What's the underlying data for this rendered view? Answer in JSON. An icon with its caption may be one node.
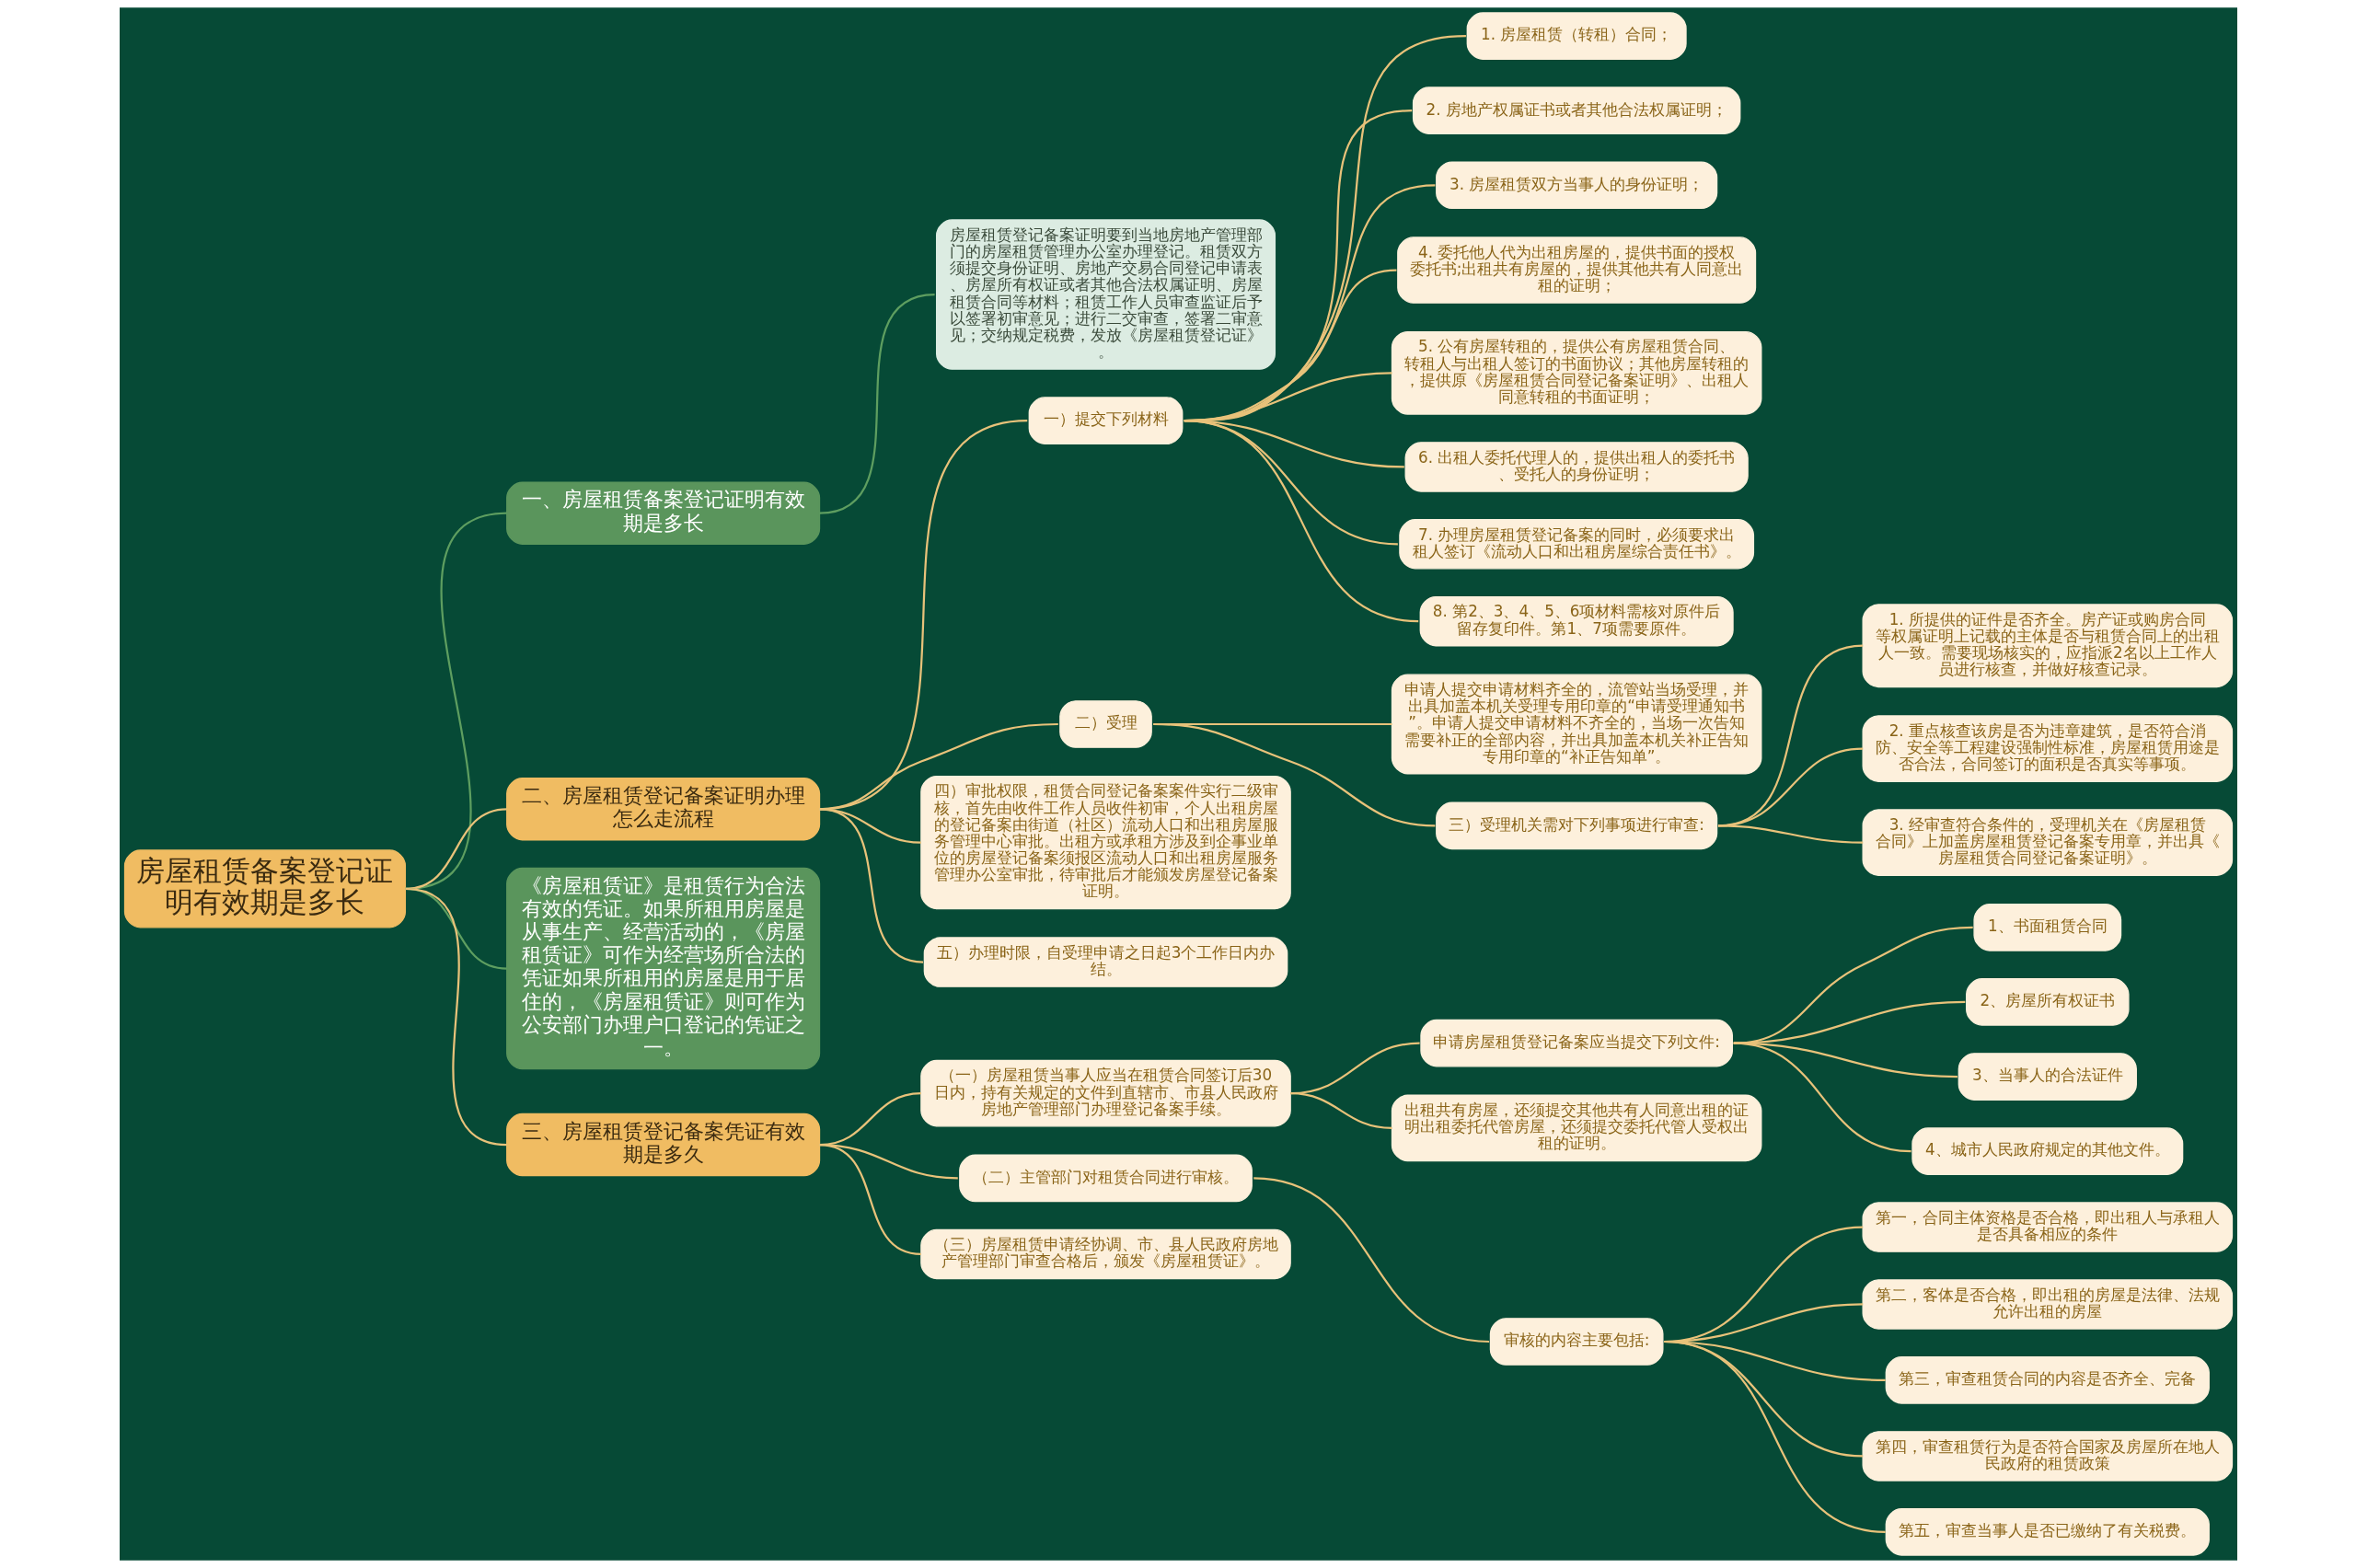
{
  "diagram": {
    "nodes": [
      {
        "text": [
          "房屋租赁备案登记证明有效期是多长"
        ]
      },
      {
        "text": [
          "一、房屋租赁备案登记证明有效期是多长"
        ]
      },
      {
        "text": [
          "房屋租赁登记备案证明要到当地房地产管理部门的房屋租赁管理办公室办理登记。租赁双方须提交身份证明、房地产交易合同登记申请表、房屋所有权证或者其他合法权属证明、房屋租赁合同等材料；租赁工作人员审查监证后予以签署初审意见；进行二交审查，签署二审意见；交纳规定税费，发放《房屋租赁登记证》。"
        ]
      },
      {
        "text": [
          "二、房屋租赁登记备案证明办理怎么走流程"
        ]
      },
      {
        "text": [
          "一）提交下列材料"
        ]
      },
      {
        "text": [
          "1. 房屋租赁（转租）合同；"
        ]
      },
      {
        "text": [
          "2. 房地产权属证书或者其他合法权属证明；"
        ]
      },
      {
        "text": [
          "3. 房屋租赁双方当事人的身份证明；"
        ]
      },
      {
        "text": [
          "4. 委托他人代为出租房屋的，提供书面的授权委托书;出租共有房屋的，提供其他共有人同意出租的证明；"
        ]
      },
      {
        "text": [
          "5. 公有房屋转租的，提供公有房屋租赁合同、转租人与出租人签订的书面协议；其他房屋转租的，提供原《房屋租赁合同登记备案证明》、出租人同意转租的书面证明；"
        ]
      },
      {
        "text": [
          "6. 出租人委托代理人的，提供出租人的委托书、受托人的身份证明；"
        ]
      },
      {
        "text": [
          "7. 办理房屋租赁登记备案的同时，必须要求出租人签订《流动人口和出租房屋综合责任书》。"
        ]
      },
      {
        "text": [
          "8. 第2、3、4、5、6项材料需核对原件后留存复印件。第1、7项需要原件。"
        ]
      },
      {
        "text": [
          "二）受理"
        ]
      },
      {
        "text": [
          "申请人提交申请材料齐全的，流管站当场受理，并出具加盖本机关受理专用印章的“申请受理通知书”。申请人提交申请材料不齐全的，当场一次告知需要补正的全部内容，并出具加盖本机关补正告知专用印章的“补正告知单”。"
        ]
      },
      {
        "text": [
          "三）受理机关需对下列事项进行审查:"
        ]
      },
      {
        "text": [
          "1. 所提供的证件是否齐全。房产证或购房合同等权属证明上记载的主体是否与租赁合同上的出租人一致。需要现场核实的，应指派2名以上工作人员进行核查，并做好核查记录。"
        ]
      },
      {
        "text": [
          "2. 重点核查该房是否为违章建筑，是否符合消防、安全等工程建设强制性标准，房屋租赁用途是否合法，合同签订的面积是否真实等事项。"
        ]
      },
      {
        "text": [
          "3. 经审查符合条件的，受理机关在《房屋租赁合同》上加盖房屋租赁登记备案专用章，并出具《房屋租赁合同登记备案证明》。"
        ]
      },
      {
        "text": [
          "四）审批权限，租赁合同登记备案案件实行二级审核，首先由收件工作人员收件初审，个人出租房屋的登记备案由街道（社区）流动人口和出租房屋服务管理中心审批。出租方或承租方涉及到企事业单位的房屋登记备案须报区流动人口和出租房屋服务管理办公室审批，待审批后才能颁发房屋登记备案证明。"
        ]
      },
      {
        "text": [
          "五）办理时限，自受理申请之日起3个工作日内办结。"
        ]
      },
      {
        "text": [
          "《房屋租赁证》是租赁行为合法有效的凭证。如果所租用房屋是从事生产、经营活动的，《房屋租赁证》可作为经营场所合法的凭证如果所租用的房屋是用于居住的，《房屋租赁证》则可作为公安部门办理户口登记的凭证之一。"
        ]
      },
      {
        "text": [
          "三、房屋租赁登记备案凭证有效期是多久"
        ]
      },
      {
        "text": [
          "（一）房屋租赁当事人应当在租赁合同签订后30日内，持有关规定的文件到直辖市、市县人民政府房地产管理部门办理登记备案手续。"
        ]
      },
      {
        "text": [
          "申请房屋租赁登记备案应当提交下列文件:"
        ]
      },
      {
        "text": [
          "1、书面租赁合同"
        ]
      },
      {
        "text": [
          "2、房屋所有权证书"
        ]
      },
      {
        "text": [
          "3、当事人的合法证件"
        ]
      },
      {
        "text": [
          "4、城市人民政府规定的其他文件。"
        ]
      },
      {
        "text": [
          "出租共有房屋，还须提交其他共有人同意出租的证明出租委托代管房屋，还须提交委托代管人受权出租的证明。"
        ]
      },
      {
        "text": [
          "（二）主管部门对租赁合同进行审核。"
        ]
      },
      {
        "text": [
          "审核的内容主要包括:"
        ]
      },
      {
        "text": [
          "第一，合同主体资格是否合格，即出租人与承租人是否具备相应的条件"
        ]
      },
      {
        "text": [
          "第二，客体是否合格，即出租的房屋是法律、法规允许出租的房屋"
        ]
      },
      {
        "text": [
          "第三，审查租赁合同的内容是否齐全、完备"
        ]
      },
      {
        "text": [
          "第四，审查租赁行为是否符合国家及房屋所在地人民政府的租赁政策"
        ]
      },
      {
        "text": [
          "第五，审查当事人是否已缴纳了有关税费。"
        ]
      },
      {
        "text": [
          "（三）房屋租赁申请经协调、市、县人民政府房地产管理部门审查合格后，颁发《房屋租赁证》。"
        ]
      }
    ],
    "edges": [
      {
        "from": 0,
        "to": 1,
        "arrow": "none",
        "color": "#5e9e60"
      },
      {
        "from": 1,
        "to": 2,
        "arrow": "none",
        "color": "#5e9e60"
      },
      {
        "from": 0,
        "to": 3,
        "arrow": "none"
      },
      {
        "from": 3,
        "to": 4,
        "arrow": "none"
      },
      {
        "from": 4,
        "to": 5,
        "arrow": "none"
      },
      {
        "from": 4,
        "to": 6,
        "arrow": "none"
      },
      {
        "from": 4,
        "to": 7,
        "arrow": "none"
      },
      {
        "from": 4,
        "to": 8,
        "arrow": "none"
      },
      {
        "from": 4,
        "to": 9,
        "arrow": "none"
      },
      {
        "from": 4,
        "to": 10,
        "arrow": "none"
      },
      {
        "from": 4,
        "to": 11,
        "arrow": "none"
      },
      {
        "from": 4,
        "to": 12,
        "arrow": "none"
      },
      {
        "from": 3,
        "to": 13,
        "arrow": "none"
      },
      {
        "from": 13,
        "to": 14,
        "arrow": "none"
      },
      {
        "from": 13,
        "to": 15,
        "arrow": "none"
      },
      {
        "from": 15,
        "to": 16,
        "arrow": "none"
      },
      {
        "from": 15,
        "to": 17,
        "arrow": "none"
      },
      {
        "from": 15,
        "to": 18,
        "arrow": "none"
      },
      {
        "from": 3,
        "to": 19,
        "arrow": "none"
      },
      {
        "from": 3,
        "to": 20,
        "arrow": "none"
      },
      {
        "from": 0,
        "to": 21,
        "arrow": "none",
        "color": "#5e9e60"
      },
      {
        "from": 0,
        "to": 22,
        "arrow": "none"
      },
      {
        "from": 22,
        "to": 23,
        "arrow": "none"
      },
      {
        "from": 23,
        "to": 24,
        "arrow": "none"
      },
      {
        "from": 24,
        "to": 25,
        "arrow": "none"
      },
      {
        "from": 24,
        "to": 26,
        "arrow": "none"
      },
      {
        "from": 24,
        "to": 27,
        "arrow": "none"
      },
      {
        "from": 24,
        "to": 28,
        "arrow": "none"
      },
      {
        "from": 23,
        "to": 29,
        "arrow": "none"
      },
      {
        "from": 22,
        "to": 30,
        "arrow": "none"
      },
      {
        "from": 30,
        "to": 31,
        "arrow": "none"
      },
      {
        "from": 31,
        "to": 32,
        "arrow": "none"
      },
      {
        "from": 31,
        "to": 33,
        "arrow": "none"
      },
      {
        "from": 31,
        "to": 34,
        "arrow": "none"
      },
      {
        "from": 31,
        "to": 35,
        "arrow": "none"
      },
      {
        "from": 31,
        "to": 36,
        "arrow": "none"
      },
      {
        "from": 22,
        "to": 37,
        "arrow": "none"
      }
    ]
  }
}
